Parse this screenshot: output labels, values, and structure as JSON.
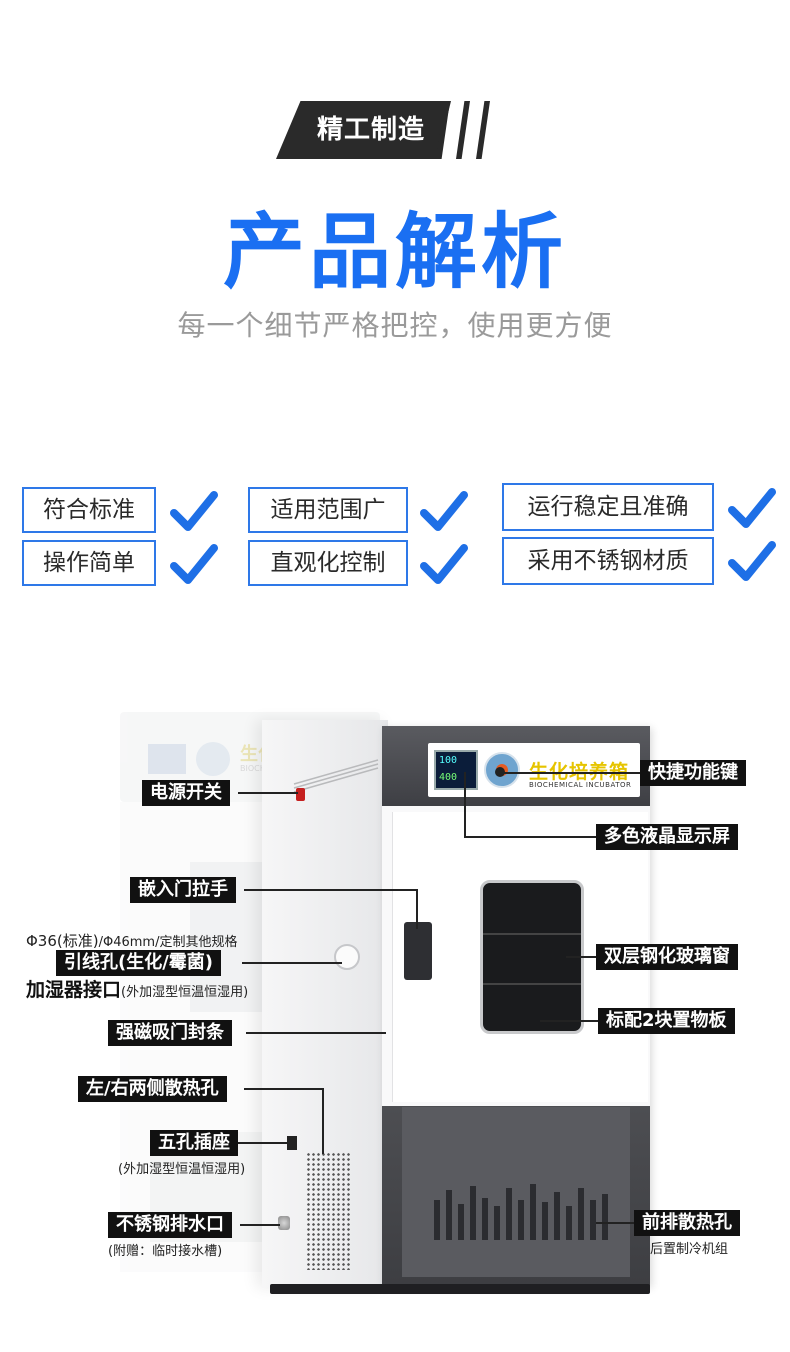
{
  "header": {
    "tag_label": "精工制造",
    "title": "产品解析",
    "subtitle": "每一个细节严格把控，使用更方便"
  },
  "features": [
    {
      "label": "符合标准"
    },
    {
      "label": "适用范围广"
    },
    {
      "label": "运行稳定且准确"
    },
    {
      "label": "操作简单"
    },
    {
      "label": "直观化控制"
    },
    {
      "label": "采用不锈钢材质"
    }
  ],
  "product": {
    "brand_cn": "生化培养箱",
    "brand_en": "BIOCHEMICAL INCUBATOR",
    "display_values": [
      "100",
      "400"
    ],
    "ghost_brand": "生化培养箱",
    "ghost_brand_en": "BIOCHEMICAL"
  },
  "callouts": {
    "power_switch": "电源开关",
    "quick_keys": "快捷功能键",
    "lcd_display": "多色液晶显示屏",
    "handle": "嵌入门拉手",
    "hole_spec": "Φ36(标准)",
    "hole_spec_2": "/Φ46mm/定制其他规格",
    "cable_hole": "引线孔(生化/霉菌)",
    "humidifier_port": "加湿器接口",
    "humidifier_note": "(外加湿型恒温恒湿用)",
    "double_glass": "双层钢化玻璃窗",
    "magnetic_seal": "强磁吸门封条",
    "shelves": "标配2块置物板",
    "side_vents": "左/右两侧散热孔",
    "socket": "五孔插座",
    "socket_note": "(外加湿型恒温恒湿用)",
    "drain": "不锈钢排水口",
    "drain_note": "(附赠：临时接水槽)",
    "front_vents": "前排散热孔",
    "front_vents_note": "后置制冷机组"
  },
  "colors": {
    "accent_blue": "#1a6ff2",
    "feature_border": "#2e78e8",
    "check_blue": "#1e6fe6",
    "callout_bg": "#111111",
    "cabinet_gray": "#4a4b4f"
  },
  "icons": {
    "check": "check-icon"
  }
}
